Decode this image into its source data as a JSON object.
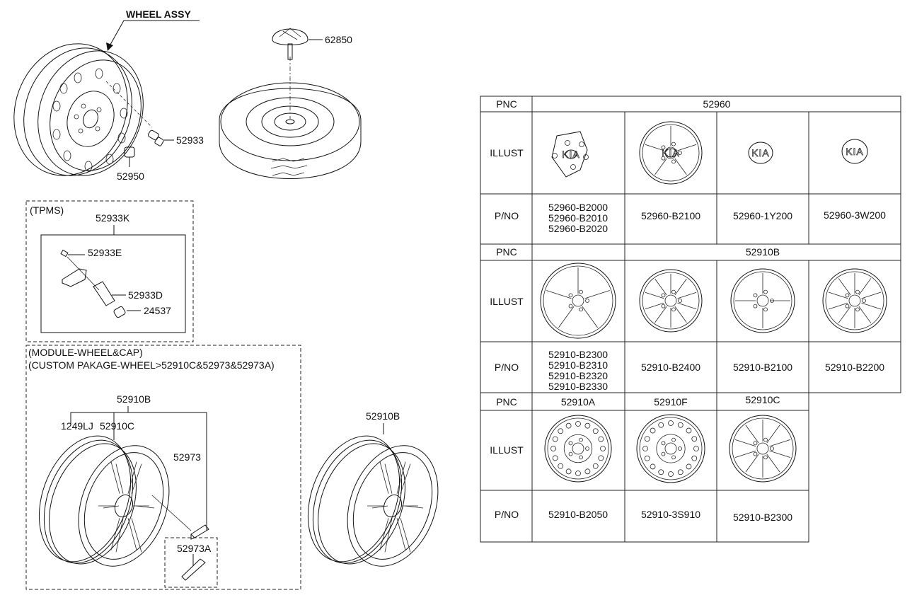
{
  "diagram": {
    "title": "WHEEL ASSY",
    "callouts": {
      "spare_cap": "62850",
      "valve": "52933",
      "nut": "52950",
      "tpms_heading": "(TPMS)",
      "tpms_kit": "52933K",
      "tpms_screw": "52933E",
      "tpms_valve": "52933D",
      "tpms_cap": "24537",
      "module_heading_1": "(MODULE-WHEEL&CAP)",
      "module_heading_2": "(CUSTOM PAKAGE-WHEEL>52910C&52973&52973A)",
      "module_wheel": "52910B",
      "weight": "1249LJ",
      "custom_wheel": "52910C",
      "insert": "52973",
      "insert_a": "52973A",
      "wheel_right": "52910B"
    }
  },
  "table": {
    "row_labels": {
      "pnc": "PNC",
      "illust": "ILLUST",
      "pno": "P/NO"
    },
    "sections": [
      {
        "pnc": "52960",
        "illustrations": [
          "center-cap-5-lug",
          "full-wheel-cover",
          "kia-emblem-small",
          "kia-emblem-large"
        ],
        "pno": [
          [
            "52960-B2000",
            "52960-B2010",
            "52960-B2020"
          ],
          [
            "52960-B2100"
          ],
          [
            "52960-1Y200"
          ],
          [
            "52960-3W200"
          ]
        ]
      },
      {
        "pnc": "52910B",
        "illustrations": [
          "alloy-wheel-5-spoke",
          "alloy-wheel-double-spoke",
          "alloy-wheel-4-spoke",
          "alloy-wheel-split-spoke"
        ],
        "pno": [
          [
            "52910-B2300",
            "52910-B2310",
            "52910-B2320",
            "52910-B2330"
          ],
          [
            "52910-B2400"
          ],
          [
            "52910-B2100"
          ],
          [
            "52910-B2200"
          ]
        ]
      },
      {
        "pnc_cols": [
          "52910A",
          "52910F",
          "52910C"
        ],
        "illustrations": [
          "steel-wheel",
          "steel-wheel",
          "alloy-wheel-custom"
        ],
        "pno": [
          "52910-B2050",
          "52910-3S910",
          "52910-B2300"
        ]
      }
    ]
  }
}
